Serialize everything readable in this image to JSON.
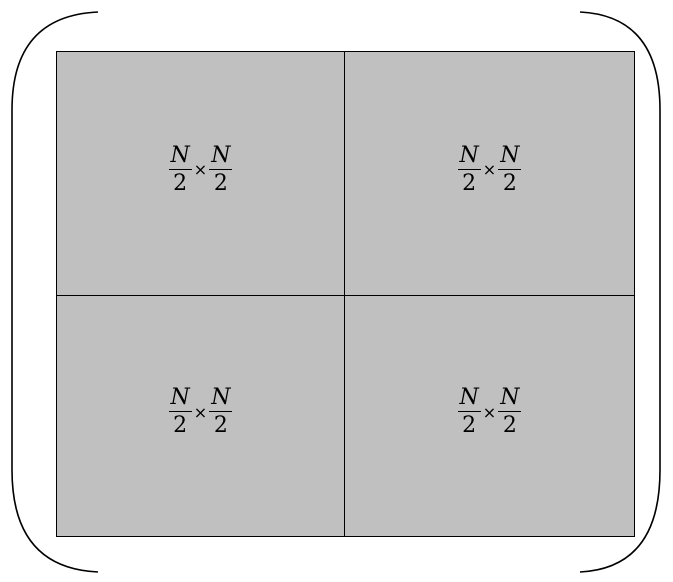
{
  "blocks": [
    {
      "numerator": "N",
      "denominator": "2",
      "operator": "×",
      "numerator2": "N",
      "denominator2": "2"
    },
    {
      "numerator": "N",
      "denominator": "2",
      "operator": "×",
      "numerator2": "N",
      "denominator2": "2"
    },
    {
      "numerator": "N",
      "denominator": "2",
      "operator": "×",
      "numerator2": "N",
      "denominator2": "2"
    },
    {
      "numerator": "N",
      "denominator": "2",
      "operator": "×",
      "numerator2": "N",
      "denominator2": "2"
    }
  ],
  "colors": {
    "block_fill": "#c0c0c0",
    "line": "#000000"
  }
}
